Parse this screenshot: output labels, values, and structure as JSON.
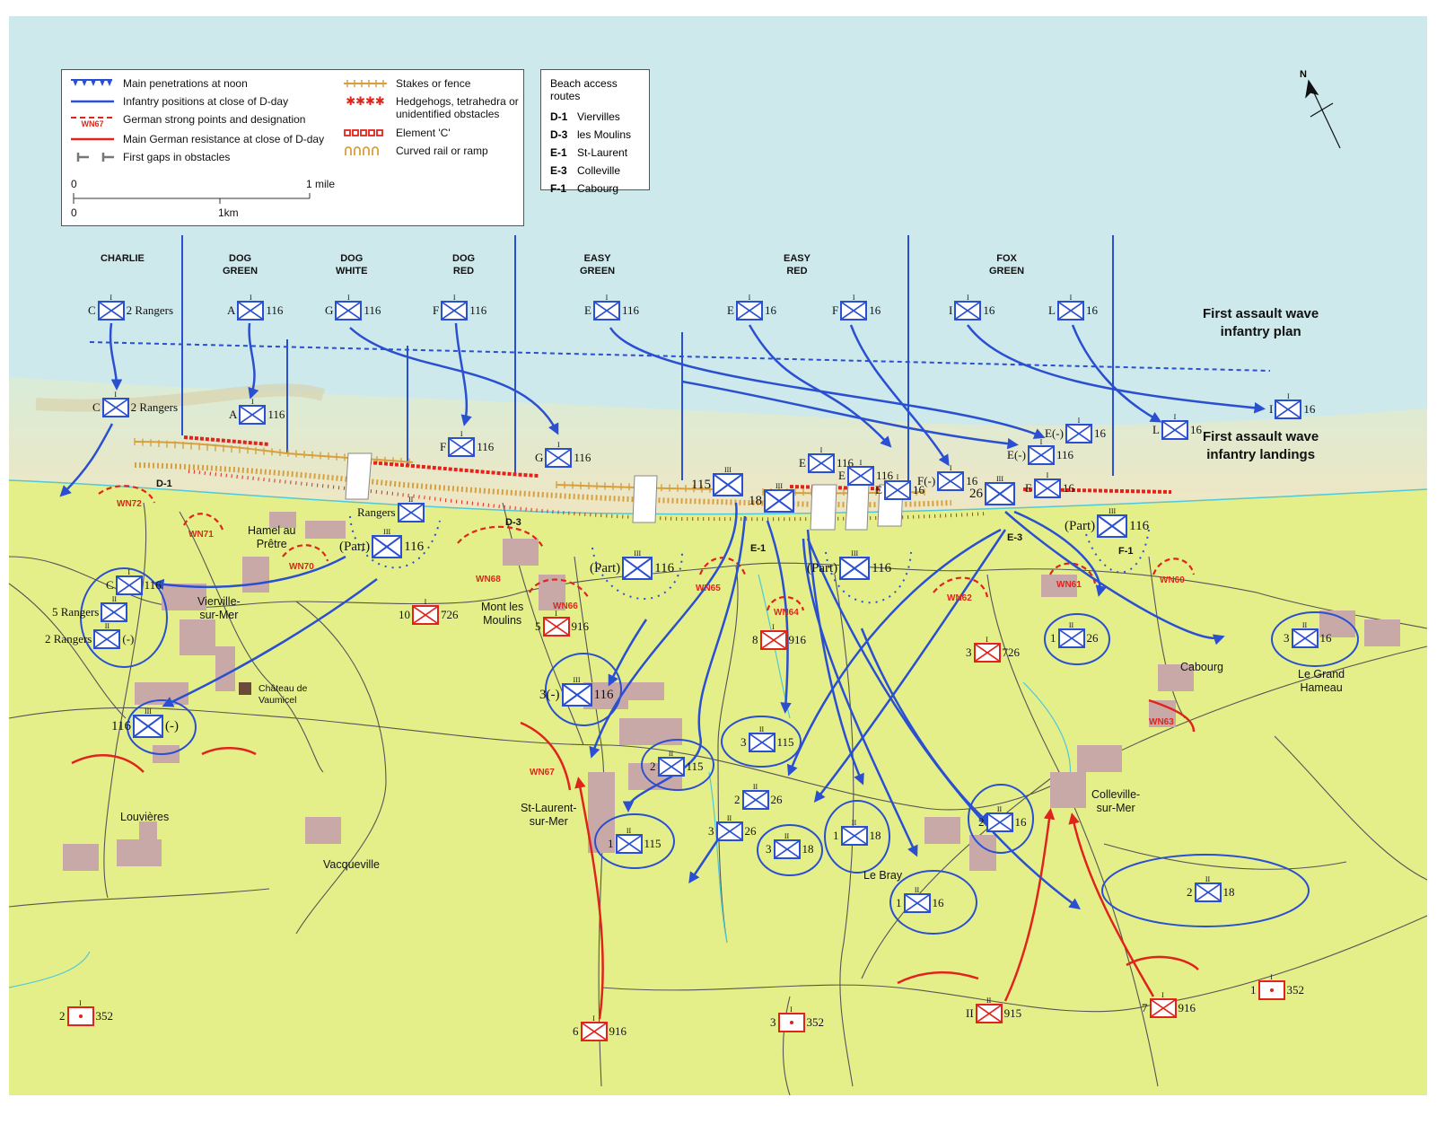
{
  "legend": {
    "items": [
      {
        "label": "Main penetrations at noon",
        "icon": "blue-triangle-line-icon"
      },
      {
        "label": "Infantry positions at close of D-day",
        "icon": "blue-line-icon"
      },
      {
        "label": "German strong points and designation",
        "icon": "red-dashed-arc-icon",
        "tag": "WN67"
      },
      {
        "label": "Main German resistance at close of D-day",
        "icon": "red-line-icon"
      },
      {
        "label": "First gaps in obstacles",
        "icon": "gap-bracket-icon"
      },
      {
        "label": "Stakes or fence",
        "icon": "stakes-icon"
      },
      {
        "label": "Hedgehogs, tetrahedra or unidentified obstacles",
        "icon": "hedgehog-stars-icon",
        "glyph": "✱✱✱✱"
      },
      {
        "label": "Element 'C'",
        "icon": "element-c-icon"
      },
      {
        "label": "Curved rail or ramp",
        "icon": "curved-rail-icon"
      }
    ],
    "scale": {
      "zero_top": "0",
      "mile": "1 mile",
      "zero_bottom": "0",
      "km": "1km"
    }
  },
  "routes": {
    "title": "Beach access routes",
    "items": [
      {
        "code": "D-1",
        "name": "Viervilles"
      },
      {
        "code": "D-3",
        "name": "les Moulins"
      },
      {
        "code": "E-1",
        "name": "St-Laurent"
      },
      {
        "code": "E-3",
        "name": "Colleville"
      },
      {
        "code": "F-1",
        "name": "Cabourg"
      }
    ]
  },
  "north": "N",
  "sectors": [
    {
      "name": "CHARLIE"
    },
    {
      "name": "DOG\nGREEN"
    },
    {
      "name": "DOG\nWHITE"
    },
    {
      "name": "DOG\nRED"
    },
    {
      "name": "EASY\nGREEN"
    },
    {
      "name": "EASY\nRED"
    },
    {
      "name": "FOX\nGREEN"
    }
  ],
  "wave_labels": {
    "plan": "First assault wave\ninfantry plan",
    "landings": "First assault wave\ninfantry landings"
  },
  "exit_labels": [
    "D-1",
    "D-3",
    "E-1",
    "E-3",
    "F-1"
  ],
  "places": [
    "Hamel au\nPrêtre",
    "Vierville-\nsur-Mer",
    "Château de\nVaumicel",
    "Mont les\nMoulins",
    "St-Laurent-\nsur-Mer",
    "Louvières",
    "Vacqueville",
    "Le Bray",
    "Colleville-\nsur-Mer",
    "Cabourg",
    "Le Grand\nHameau"
  ],
  "strongpoints": [
    "WN72",
    "WN71",
    "WN70",
    "WN68",
    "WN66",
    "WN65",
    "WN64",
    "WN62",
    "WN61",
    "WN60",
    "WN63",
    "WN67"
  ],
  "units": [
    {
      "pre": "C",
      "ech": "I",
      "post": "2 Rangers",
      "side": "us"
    },
    {
      "pre": "A",
      "ech": "I",
      "post": "116",
      "side": "us"
    },
    {
      "pre": "G",
      "ech": "I",
      "post": "116",
      "side": "us"
    },
    {
      "pre": "F",
      "ech": "I",
      "post": "116",
      "side": "us"
    },
    {
      "pre": "E",
      "ech": "I",
      "post": "116",
      "side": "us"
    },
    {
      "pre": "E",
      "ech": "I",
      "post": "16",
      "side": "us"
    },
    {
      "pre": "F",
      "ech": "I",
      "post": "16",
      "side": "us"
    },
    {
      "pre": "I",
      "ech": "I",
      "post": "16",
      "side": "us"
    },
    {
      "pre": "L",
      "ech": "I",
      "post": "16",
      "side": "us"
    },
    {
      "pre": "C",
      "ech": "I",
      "post": "2 Rangers",
      "side": "us"
    },
    {
      "pre": "A",
      "ech": "I",
      "post": "116",
      "side": "us"
    },
    {
      "pre": "F",
      "ech": "I",
      "post": "116",
      "side": "us"
    },
    {
      "pre": "G",
      "ech": "I",
      "post": "116",
      "side": "us"
    },
    {
      "pre": "E",
      "ech": "I",
      "post": "116",
      "side": "us"
    },
    {
      "pre": "E",
      "ech": "I",
      "post": "116",
      "side": "us"
    },
    {
      "pre": "E",
      "ech": "I",
      "post": "16",
      "side": "us"
    },
    {
      "pre": "F(-)",
      "ech": "I",
      "post": "16",
      "side": "us"
    },
    {
      "pre": "E",
      "ech": "I",
      "post": "16",
      "side": "us"
    },
    {
      "pre": "E(-)",
      "ech": "I",
      "post": "16",
      "side": "us"
    },
    {
      "pre": "E(-)",
      "ech": "I",
      "post": "116",
      "side": "us"
    },
    {
      "pre": "L",
      "ech": "I",
      "post": "16",
      "side": "us"
    },
    {
      "pre": "I",
      "ech": "I",
      "post": "16",
      "side": "us"
    },
    {
      "pre": "115",
      "ech": "III",
      "post": "",
      "side": "us"
    },
    {
      "pre": "18",
      "ech": "III",
      "post": "",
      "side": "us"
    },
    {
      "pre": "26",
      "ech": "III",
      "post": "",
      "side": "us"
    },
    {
      "pre": "Rangers",
      "ech": "II",
      "post": "",
      "side": "us"
    },
    {
      "pre": "(Part)",
      "ech": "III",
      "post": "116",
      "side": "us"
    },
    {
      "pre": "(Part)",
      "ech": "III",
      "post": "116",
      "side": "us"
    },
    {
      "pre": "(Part)",
      "ech": "III",
      "post": "116",
      "side": "us"
    },
    {
      "pre": "(Part)",
      "ech": "III",
      "post": "116",
      "side": "us"
    },
    {
      "pre": "C",
      "ech": "I",
      "post": "116",
      "side": "us"
    },
    {
      "pre": "5 Rangers",
      "ech": "II",
      "post": "",
      "side": "us"
    },
    {
      "pre": "2 Rangers",
      "ech": "II",
      "post": "(-)",
      "side": "us"
    },
    {
      "pre": "116",
      "ech": "III",
      "post": "(-)",
      "side": "us"
    },
    {
      "pre": "3(-)",
      "ech": "III",
      "post": "116",
      "side": "us"
    },
    {
      "pre": "3",
      "ech": "II",
      "post": "115",
      "side": "us"
    },
    {
      "pre": "2",
      "ech": "II",
      "post": "115",
      "side": "us"
    },
    {
      "pre": "1",
      "ech": "II",
      "post": "115",
      "side": "us"
    },
    {
      "pre": "2",
      "ech": "II",
      "post": "26",
      "side": "us"
    },
    {
      "pre": "3",
      "ech": "II",
      "post": "26",
      "side": "us"
    },
    {
      "pre": "3",
      "ech": "II",
      "post": "18",
      "side": "us"
    },
    {
      "pre": "1",
      "ech": "II",
      "post": "18",
      "side": "us"
    },
    {
      "pre": "1",
      "ech": "II",
      "post": "16",
      "side": "us"
    },
    {
      "pre": "2",
      "ech": "II",
      "post": "16",
      "side": "us"
    },
    {
      "pre": "2",
      "ech": "II",
      "post": "18",
      "side": "us"
    },
    {
      "pre": "1",
      "ech": "II",
      "post": "26",
      "side": "us"
    },
    {
      "pre": "3",
      "ech": "II",
      "post": "16",
      "side": "us"
    },
    {
      "pre": "10",
      "ech": "I",
      "post": "726",
      "side": "ger"
    },
    {
      "pre": "5",
      "ech": "I",
      "post": "916",
      "side": "ger"
    },
    {
      "pre": "8",
      "ech": "I",
      "post": "916",
      "side": "ger"
    },
    {
      "pre": "3",
      "ech": "I",
      "post": "726",
      "side": "ger"
    },
    {
      "pre": "6",
      "ech": "I",
      "post": "916",
      "side": "ger"
    },
    {
      "pre": "II",
      "ech": "II",
      "post": "915",
      "side": "ger"
    },
    {
      "pre": "7",
      "ech": "I",
      "post": "916",
      "side": "ger"
    },
    {
      "pre": "2",
      "ech": "I",
      "post": "352",
      "side": "ger-art"
    },
    {
      "pre": "3",
      "ech": "I",
      "post": "352",
      "side": "ger-art"
    },
    {
      "pre": "1",
      "ech": "I",
      "post": "352",
      "side": "ger-art"
    }
  ],
  "colors": {
    "us": "#2a4fd0",
    "german": "#e0241c",
    "sea": "#cde9ec",
    "sand": "#efe6c2",
    "land": "#e4ef8a",
    "village": "#c9a9a8",
    "stakes": "#d7a03f",
    "water": "#50c8d8"
  }
}
